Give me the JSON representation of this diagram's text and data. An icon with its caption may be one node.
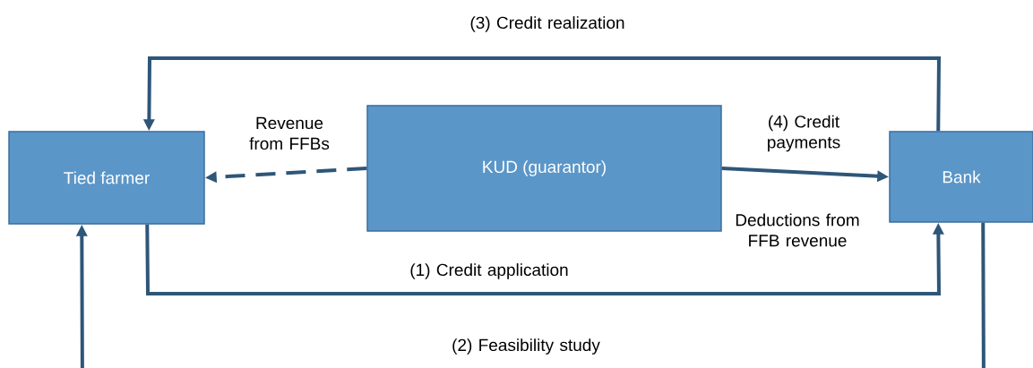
{
  "diagram": {
    "nodes": [
      {
        "text": [
          "Tied farmer"
        ]
      },
      {
        "text": [
          "KUD (guarantor)"
        ]
      },
      {
        "text": [
          "Bank"
        ]
      }
    ],
    "edges": [
      {
        "from": 1,
        "to": 0,
        "arrow": "to",
        "style": "dashed",
        "label": "Revenue from FFBs"
      },
      {
        "from": 1,
        "to": 2,
        "arrow": "to",
        "label": "(4) Credit payments"
      },
      {
        "from": 2,
        "to": 0,
        "arrow": "to",
        "label": "(3) Credit realization"
      },
      {
        "from": 0,
        "to": 2,
        "arrow": "to",
        "label": "(1) Credit application"
      },
      {
        "from": 2,
        "to": 0,
        "arrow": "to",
        "label": "(2) Feasibility study"
      }
    ],
    "labels": [
      "Deductions from FFB revenue"
    ]
  }
}
